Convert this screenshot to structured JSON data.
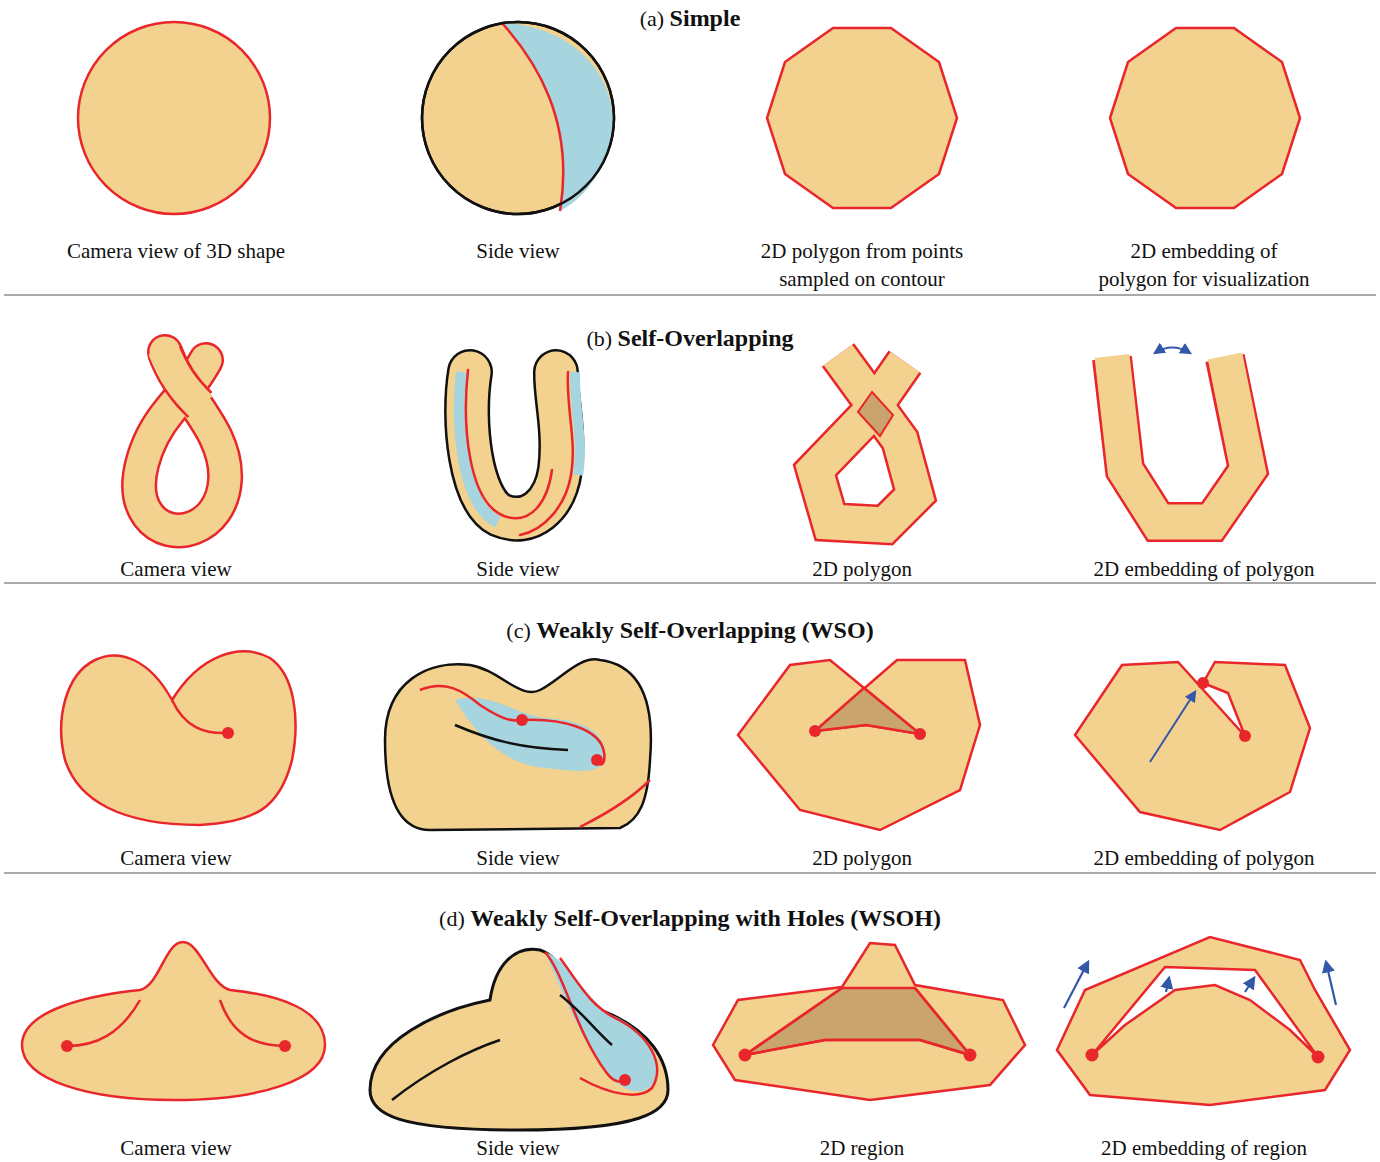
{
  "diagram": {
    "labels": [
      "(a)",
      "Simple",
      "Camera view of 3D shape",
      "Side view",
      "2D polygon from points sampled on contour",
      "2D embedding of polygon for visualization",
      "(b)",
      "Self-Overlapping",
      "Camera view",
      "Side view",
      "2D polygon",
      "2D embedding of polygon",
      "(c)",
      "Weakly Self-Overlapping (WSO)",
      "Camera view",
      "Side view",
      "2D polygon",
      "2D embedding of polygon",
      "(d)",
      "Weakly Self-Overlapping with Holes (WSOH)",
      "Camera view",
      "Side view",
      "2D region",
      "2D embedding of region"
    ]
  }
}
